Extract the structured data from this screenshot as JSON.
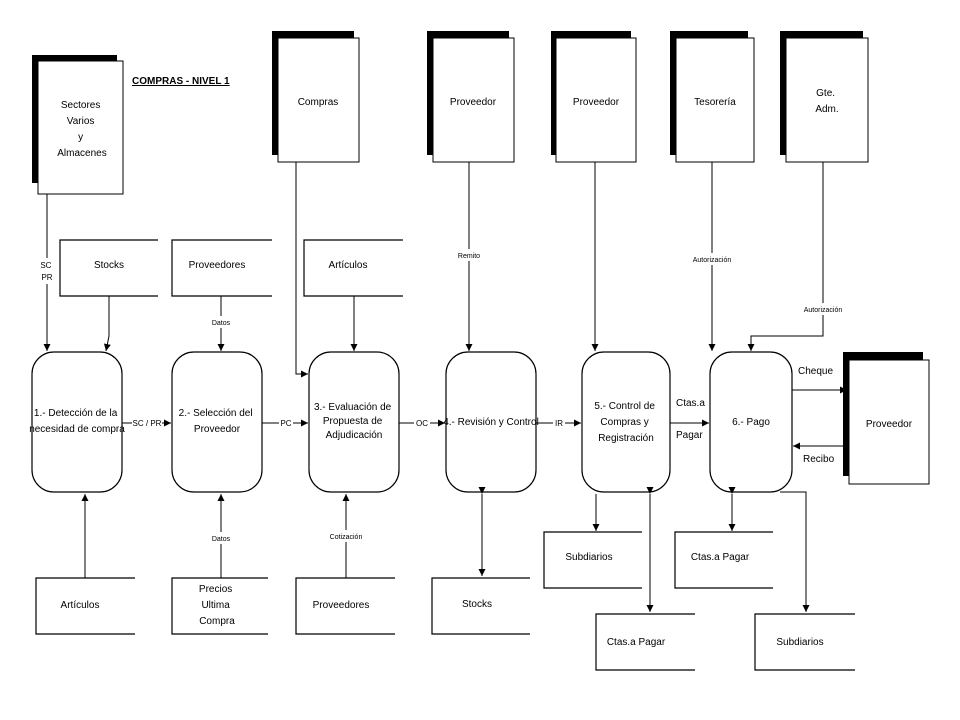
{
  "title": "COMPRAS - NIVEL 1",
  "entities": {
    "sectores": [
      "Sectores",
      "Varios",
      "y",
      "Almacenes"
    ],
    "compras": [
      "Compras"
    ],
    "proveedor_a": [
      "Proveedor"
    ],
    "proveedor_b": [
      "Proveedor"
    ],
    "tesoreria": [
      "Tesorería"
    ],
    "gte_adm": [
      "Gte.",
      "Adm."
    ],
    "proveedor_right": [
      "Proveedor"
    ]
  },
  "processes": {
    "p1": [
      "1.- Detección de la",
      "necesidad de compra"
    ],
    "p2": [
      "2.- Selección del",
      "Proveedor"
    ],
    "p3": [
      "3.- Evaluación de",
      "Propuesta de",
      "Adjudicación"
    ],
    "p4": [
      "4.- Revisión y Control"
    ],
    "p5": [
      "5.- Control de",
      "Compras y",
      "Registración"
    ],
    "p6": [
      "6.- Pago"
    ]
  },
  "stores": {
    "stocks_top": [
      "Stocks"
    ],
    "proveedores_top": [
      "Proveedores"
    ],
    "articulos_top": [
      "Artículos"
    ],
    "articulos_bottom": [
      "Artículos"
    ],
    "precios": [
      "Precios",
      "Ultima",
      "Compra"
    ],
    "proveedores_bottom": [
      "Proveedores"
    ],
    "stocks_bottom": [
      "Stocks"
    ],
    "subdiarios_a": [
      "Subdiarios"
    ],
    "ctas_pagar_a": [
      "Ctas.a Pagar"
    ],
    "ctas_pagar_b": [
      "Ctas.a Pagar"
    ],
    "subdiarios_b": [
      "Subdiarios"
    ]
  },
  "flows": {
    "sc_pr_vertical": [
      "SC",
      "PR"
    ],
    "sc_pr": "SC / PR",
    "pc": "PC",
    "oc": "OC",
    "ir": "IR",
    "ctas_pagar": [
      "Ctas.a",
      "Pagar"
    ],
    "datos_top": "Datos",
    "datos_bottom": "Datos",
    "cotizacion": "Cotización",
    "remito": "Remito",
    "autorizacion_a": "Autorización",
    "autorizacion_b": "Autorización",
    "cheque": "Cheque",
    "recibo": "Recibo"
  }
}
